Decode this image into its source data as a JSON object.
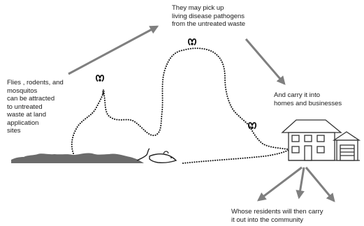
{
  "captions": {
    "flies": "Flies , rodents, and\nmosquitos\ncan be attracted\nto untreated\nwaste at land\napplication\nsites",
    "pickup": "They may pick up\nliving disease pathogens\nfrom the untreated waste",
    "carry": "And carry it into\nhomes and businesses",
    "residents": "Whose residents will then carry\nit out into the community"
  },
  "colors": {
    "arrow": "#7f7f7f",
    "ground": "#666666",
    "path": "#111111",
    "house_stroke": "#333333"
  },
  "icons": [
    "fly-icon",
    "rat-icon",
    "mosquito-icon",
    "house-icon",
    "garage-icon"
  ]
}
